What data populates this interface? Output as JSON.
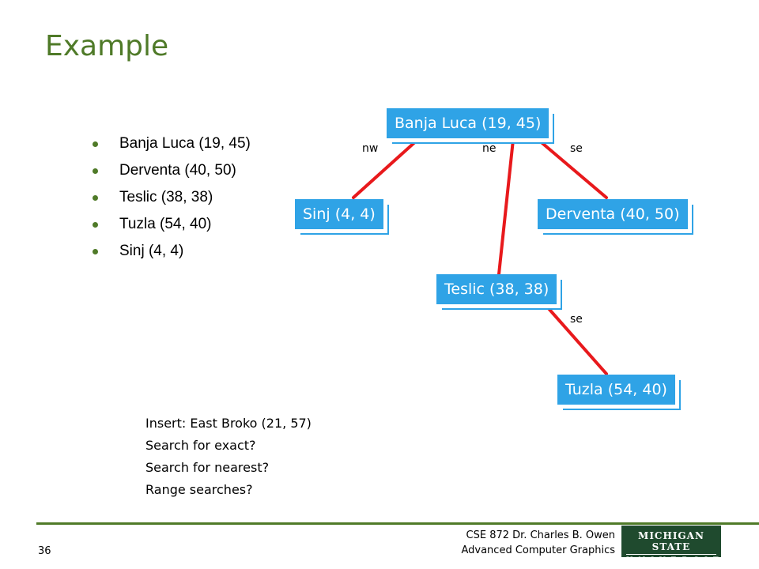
{
  "slide": {
    "title": "Example",
    "bullets": [
      "Banja Luca (19, 45)",
      "Derventa (40, 50)",
      "Teslic (38, 38)",
      "Tuzla (54, 40)",
      "Sinj (4, 4)"
    ]
  },
  "tree": {
    "root": "Banja Luca (19, 45)",
    "sinj": "Sinj (4, 4)",
    "derventa": "Derventa (40, 50)",
    "teslic": "Teslic (38, 38)",
    "tuzla": "Tuzla (54, 40)",
    "labels": {
      "nw": "nw",
      "ne": "ne",
      "se": "se",
      "se2": "se"
    },
    "node_color": "#2fa3e6",
    "edge_color": "#e8191c"
  },
  "notes": [
    "Insert:  East Broko (21, 57)",
    "Search for exact?",
    "Search for nearest?",
    "Range searches?"
  ],
  "footer": {
    "page_number": "36",
    "line1": "CSE 872 Dr. Charles B. Owen",
    "line2": "Advanced Computer Graphics",
    "logo_line1": "MICHIGAN STATE",
    "logo_line2": "UNIVERSITY"
  },
  "colors": {
    "accent": "#4f7a28",
    "logo_bg": "#1f4a2e"
  }
}
